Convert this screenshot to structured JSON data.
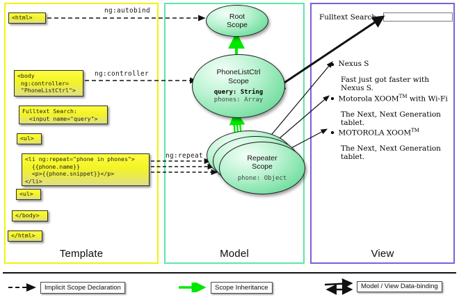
{
  "diagram": {
    "title": "AngularJS Scope / Template / Model / View data-binding diagram",
    "colors": {
      "template_border": "#f2f20d",
      "model_border": "#5fe6a6",
      "view_border": "#7b5fe0",
      "code_box_fill": "#f3f327",
      "scope_fill": "#7fe2a8",
      "inheritance_arrow": "#00e800",
      "implicit_arrow": "#111111",
      "databinding_arrow": "#111111"
    },
    "columns": [
      {
        "id": "template",
        "label": "Template"
      },
      {
        "id": "model",
        "label": "Model"
      },
      {
        "id": "view",
        "label": "View"
      }
    ]
  },
  "template_column": {
    "label": "Template",
    "code_boxes": [
      {
        "id": "html-open",
        "text": "<html>"
      },
      {
        "id": "body-open",
        "text": "<body\n ng:controller=\n \"PhoneListCtrl\">"
      },
      {
        "id": "fulltext-search",
        "text": "Fulltext Search:\n  <input name=\"query\">"
      },
      {
        "id": "ul-open",
        "text": "<ul>"
      },
      {
        "id": "li-repeat",
        "text": "<li ng:repeat=\"phone in phones\">\n  {{phone.name}}\n  <p>{{phone.snippet}}</p>\n</li>"
      },
      {
        "id": "ul-close",
        "text": "<ul>"
      },
      {
        "id": "body-close",
        "text": "</body>"
      },
      {
        "id": "html-close",
        "text": "</html>"
      }
    ]
  },
  "edge_labels": {
    "autobind": "ng:autobind",
    "controller": "ng:controller",
    "repeat": "ng:repeat"
  },
  "model_column": {
    "label": "Model",
    "scopes": [
      {
        "id": "root-scope",
        "title_line1": "Root",
        "title_line2": "Scope",
        "properties": []
      },
      {
        "id": "phonelistctrl-scope",
        "title_line1": "PhoneListCtrl",
        "title_line2": "Scope",
        "properties": [
          {
            "name": "query:",
            "type": "String",
            "emphasis": true
          },
          {
            "name": "phones:",
            "type": "Array",
            "emphasis": false
          }
        ]
      },
      {
        "id": "repeater-scope",
        "title_line1": "Repeater",
        "title_line2": "Scope",
        "stacked": true,
        "properties": [
          {
            "name": "phone:",
            "type": "Object",
            "emphasis": false
          }
        ]
      }
    ]
  },
  "view_column": {
    "label": "View",
    "search": {
      "label": "Fulltext Search:",
      "value": "",
      "placeholder": ""
    },
    "phones": [
      {
        "name": "Nexus S",
        "trademark": false,
        "suffix": "",
        "snippet": "Fast just got faster with Nexus S."
      },
      {
        "name": "Motorola XOOM",
        "trademark": true,
        "suffix": " with Wi-Fi",
        "snippet": "The Next, Next Generation tablet."
      },
      {
        "name": "MOTOROLA XOOM",
        "trademark": true,
        "suffix": "",
        "snippet": "The Next, Next Generation tablet."
      }
    ]
  },
  "legend": {
    "items": [
      {
        "id": "implicit-scope-declaration",
        "label": "Implicit Scope Declaration",
        "arrow": "dashed-black-right"
      },
      {
        "id": "scope-inheritance",
        "label": "Scope Inheritance",
        "arrow": "solid-green-right"
      },
      {
        "id": "model-view-data-binding",
        "label": "Model / View Data-binding",
        "arrow": "double-black-bidirectional"
      }
    ]
  }
}
